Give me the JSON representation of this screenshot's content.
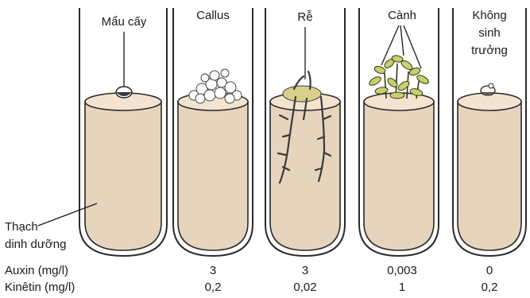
{
  "tubes": [
    {
      "label": "Mẩu cấy"
    },
    {
      "label": "Callus"
    },
    {
      "label": "Rễ"
    },
    {
      "label": "Cành"
    },
    {
      "label_lines": [
        "Không",
        "sinh",
        "trưởng"
      ]
    }
  ],
  "agar_label_lines": [
    "Thạch",
    "dinh dưỡng"
  ],
  "table": {
    "rows": [
      {
        "label": "Auxin (mg/l)",
        "values": [
          "",
          "3",
          "3",
          "0,003",
          "0"
        ]
      },
      {
        "label": "Kinêtin (mg/l)",
        "values": [
          "",
          "0,2",
          "0,02",
          "1",
          "0,2"
        ]
      }
    ]
  },
  "colors": {
    "agar": "#e7d4bd",
    "shoot": "#c9cf6e",
    "outline": "#2a2a2a"
  }
}
